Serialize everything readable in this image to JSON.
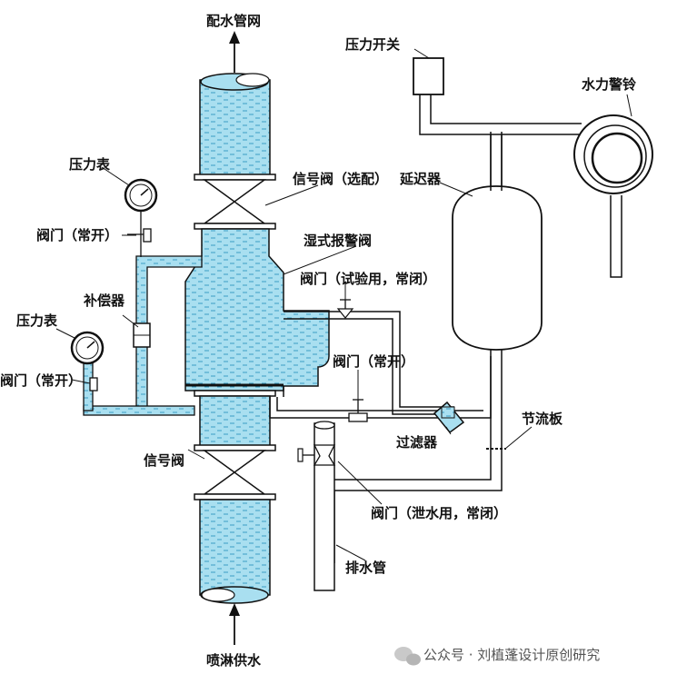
{
  "labels": {
    "supply_network": "配水管网",
    "pressure_switch": "压力开关",
    "water_gong": "水力警铃",
    "pressure_gauge_top": "压力表",
    "signal_valve_optional": "信号阀（选配）",
    "retard_chamber": "延迟器",
    "valve_normally_open_top": "阀门（常开）",
    "wet_alarm_valve": "湿式报警阀",
    "valve_test": "阀门（试验用，常闭）",
    "compensator": "补偿器",
    "pressure_gauge_bottom": "压力表",
    "valve_normally_open_mid": "阀门（常开）",
    "valve_normally_open_left": "阀门（常开）",
    "orifice_plate": "节流板",
    "strainer": "过滤器",
    "signal_valve": "信号阀",
    "valve_drain": "阀门（泄水用，常闭）",
    "drain_pipe": "排水管",
    "sprinkler_supply": "喷淋供水"
  },
  "watermark": "公众号 · 刘植蓬设计原创研究",
  "colors": {
    "water": "#a9dff0",
    "water_dash": "#3b9cc4",
    "line": "#111111",
    "background": "#ffffff"
  }
}
